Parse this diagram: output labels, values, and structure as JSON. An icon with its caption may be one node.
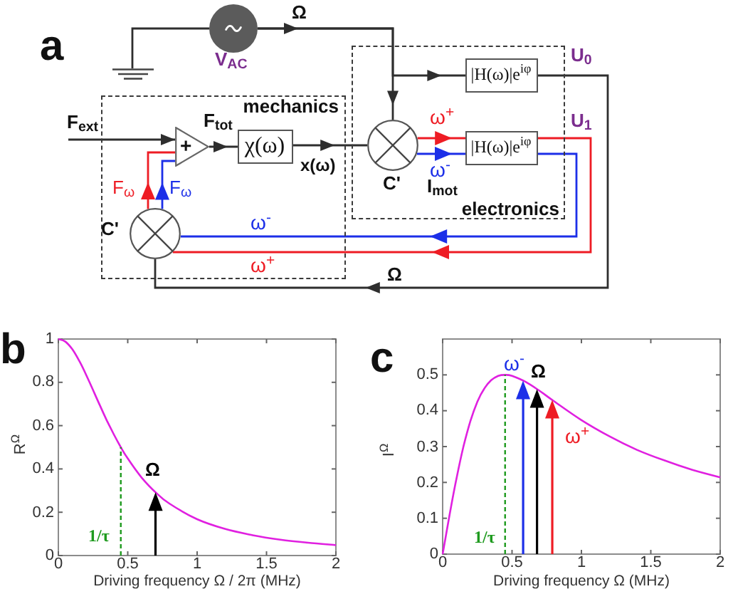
{
  "diagram": {
    "nodes": [
      {
        "text": [],
        "shape": "ground"
      },
      {
        "text": [],
        "shape": "circle",
        "beside": [
          "V$_{AC}$"
        ]
      },
      {
        "text": [
          "mechanics"
        ]
      },
      {
        "text": [
          "+"
        ],
        "in": 2
      },
      {
        "text": [
          "χ(ω)"
        ],
        "in": 2
      },
      {
        "text": [],
        "shape": "circle",
        "beside": [
          "C'"
        ],
        "in": 2
      },
      {
        "text": [
          "electronics"
        ]
      },
      {
        "text": [],
        "shape": "circle",
        "beside": [
          "C'"
        ],
        "in": 6
      },
      {
        "text": [
          "|H(ω)|e$^{iφ}$"
        ],
        "in": 6
      },
      {
        "text": [
          "|H(ω)|e$^{iφ}$"
        ],
        "in": 6
      }
    ],
    "edges": [
      {
        "from": 0,
        "to": 1,
        "arrow": "none"
      },
      {
        "from": 1,
        "to": 7,
        "arrow": "to",
        "label": "Ω"
      },
      {
        "from": 1,
        "to": 8,
        "arrow": "to"
      },
      {
        "from": null,
        "to": 3,
        "arrow": "to",
        "label": "F$_{ext}$"
      },
      {
        "from": 3,
        "to": 4,
        "arrow": "to",
        "label": "F$_{tot}$"
      },
      {
        "from": 4,
        "to": 7,
        "arrow": "to",
        "label": "x(ω)"
      },
      {
        "from": 7,
        "to": 9,
        "arrow": "to",
        "label": "ω$^{+}$",
        "color": "#ee1c24"
      },
      {
        "from": 7,
        "to": 9,
        "arrow": "to",
        "label": "ω$^{-}$",
        "color": "#1c2fe8"
      },
      {
        "from": 9,
        "to": 5,
        "arrow": "to",
        "label": "ω$^{+}$",
        "color": "#ee1c24"
      },
      {
        "from": 9,
        "to": 5,
        "arrow": "to",
        "label": "ω$^{-}$",
        "color": "#1c2fe8"
      },
      {
        "from": 8,
        "to": 5,
        "arrow": "to",
        "label": "Ω"
      },
      {
        "from": 5,
        "to": 3,
        "arrow": "to",
        "label": "F$_{ω}$",
        "color": "#ee1c24"
      },
      {
        "from": 5,
        "to": 3,
        "arrow": "to",
        "label": "F$_{ω}$",
        "color": "#1c2fe8"
      }
    ],
    "labels": [
      "a",
      "U$_{0}$",
      "U$_{1}$",
      "I$_{mot}$",
      "b",
      "c"
    ],
    "chart_data": [
      {
        "type": "line",
        "xlabel": "Driving frequency Ω / 2π (MHz)",
        "ylabel": "R$^{Ω}$",
        "x": [
          0,
          0.05,
          0.1,
          0.15,
          0.2,
          0.25,
          0.3,
          0.35,
          0.4,
          0.45,
          0.5,
          0.6,
          0.7,
          0.8,
          1,
          1.2,
          1.4,
          1.6,
          1.8,
          2
        ],
        "series": [
          {
            "color": "#e020e0",
            "values": [
              1,
              0.988,
              0.953,
              0.9,
              0.835,
              0.764,
              0.692,
              0.623,
              0.559,
              0.5,
              0.448,
              0.36,
              0.292,
              0.24,
              0.168,
              0.123,
              0.094,
              0.073,
              0.059,
              0.048
            ]
          }
        ],
        "xlim": [
          0,
          2
        ],
        "ylim": [
          0,
          1
        ],
        "xticks": [
          0,
          0.5,
          1,
          1.5,
          2
        ],
        "yticks": [
          0,
          0.2,
          0.4,
          0.6,
          0.8,
          1
        ],
        "ref_lines": [
          {
            "axis": "x",
            "value": 0.45,
            "label": "1/τ",
            "color": "#1e9a1e"
          }
        ],
        "annotations": [
          {
            "text": "Ω"
          }
        ]
      },
      {
        "type": "line",
        "xlabel": "Driving frequency Ω (MHz)",
        "ylabel": "I$^{Ω}$",
        "x": [
          0,
          0.05,
          0.1,
          0.15,
          0.2,
          0.25,
          0.3,
          0.35,
          0.4,
          0.45,
          0.5,
          0.6,
          0.7,
          0.8,
          1,
          1.2,
          1.4,
          1.6,
          1.8,
          2
        ],
        "series": [
          {
            "color": "#e020e0",
            "values": [
              0,
              0.11,
              0.212,
              0.3,
              0.371,
              0.425,
              0.462,
              0.485,
              0.497,
              0.5,
              0.497,
              0.48,
              0.455,
              0.427,
              0.374,
              0.329,
              0.291,
              0.261,
              0.235,
              0.214
            ]
          }
        ],
        "xlim": [
          0,
          2
        ],
        "ylim": [
          0,
          0.6
        ],
        "xticks": [
          0,
          0.5,
          1,
          1.5,
          2
        ],
        "yticks": [
          0,
          0.1,
          0.2,
          0.3,
          0.4,
          0.5
        ],
        "ref_lines": [
          {
            "axis": "x",
            "value": 0.45,
            "label": "1/τ",
            "color": "#1e9a1e"
          }
        ],
        "annotations": [
          {
            "text": "ω$^{-}$"
          },
          {
            "text": "Ω"
          },
          {
            "text": "ω$^{+}$"
          }
        ]
      }
    ]
  }
}
